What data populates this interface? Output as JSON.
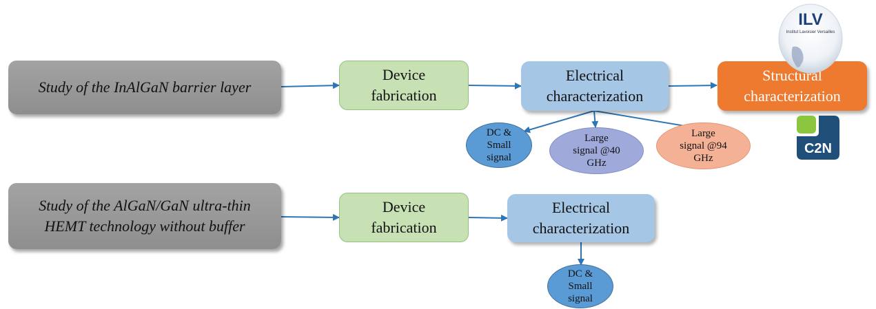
{
  "row1": {
    "study": "Study of the InAlGaN barrier layer",
    "device": "Device fabrication",
    "electrical": "Electrical characterization",
    "structural": "Structural characterization",
    "ellipses": [
      "DC & Small signal",
      "Large signal @40 GHz",
      "Large signal @94 GHz"
    ]
  },
  "row2": {
    "study_line1": "Study of the AlGaN/GaN ultra-thin",
    "study_line2": "HEMT technology without buffer",
    "device": "Device fabrication",
    "electrical": "Electrical characterization",
    "ellipses": [
      "DC & Small signal"
    ]
  },
  "logos": {
    "ilv": {
      "text": "ILV",
      "subtitle": "Institut Lavoisier Versailles"
    },
    "c2n": {
      "text": "C2N"
    }
  },
  "colors": {
    "study_box": "#999999",
    "device_box": "#c7e1b4",
    "electrical_box": "#a6c6e6",
    "structural_box": "#ee7a2f",
    "ellipse_dc": "#5b9bd5",
    "ellipse_40": "#9faadb",
    "ellipse_94": "#f5b195",
    "arrow": "#2e75b6"
  }
}
